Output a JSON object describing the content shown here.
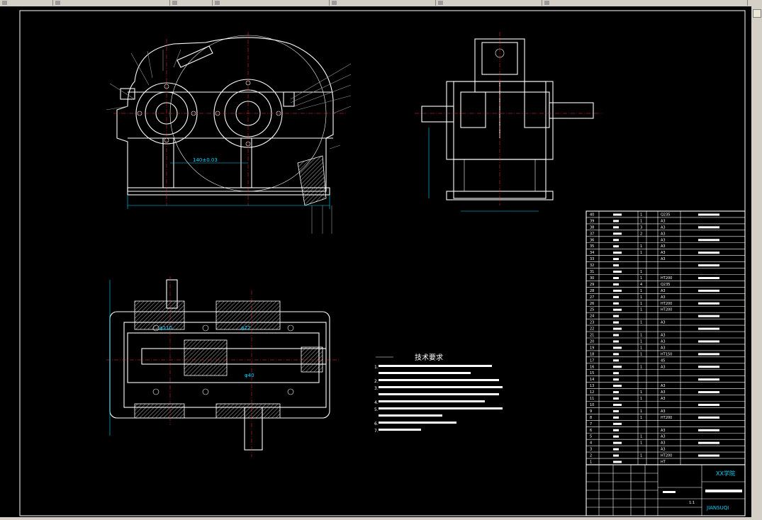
{
  "tabs": [
    "",
    "",
    "",
    "",
    "",
    "",
    ""
  ],
  "drawing": {
    "center_distance_label": "140±0.03",
    "bearing_labels": [
      "φ110",
      "φ72",
      "φ40"
    ],
    "tech_req_title": "技术要求",
    "tech_req_lines": [
      "1.",
      "2.",
      "3.",
      "4.",
      "5.",
      "6.",
      "7."
    ]
  },
  "parts_list": {
    "rows": [
      {
        "no": "40",
        "qty": "1",
        "mat": "Q235",
        "note": ""
      },
      {
        "no": "39",
        "qty": "1",
        "mat": "A3",
        "note": ""
      },
      {
        "no": "38",
        "qty": "3",
        "mat": "A3",
        "note": ""
      },
      {
        "no": "37",
        "qty": "2",
        "mat": "A3",
        "note": ""
      },
      {
        "no": "36",
        "qty": "",
        "mat": "A3",
        "note": ""
      },
      {
        "no": "35",
        "qty": "1",
        "mat": "A3",
        "note": ""
      },
      {
        "no": "34",
        "qty": "1",
        "mat": "A3",
        "note": ""
      },
      {
        "no": "33",
        "qty": "",
        "mat": "A3",
        "note": ""
      },
      {
        "no": "32",
        "qty": "",
        "mat": "",
        "note": ""
      },
      {
        "no": "31",
        "qty": "1",
        "mat": "",
        "note": ""
      },
      {
        "no": "30",
        "qty": "1",
        "mat": "HT200",
        "note": ""
      },
      {
        "no": "29",
        "qty": "4",
        "mat": "Q235",
        "note": ""
      },
      {
        "no": "28",
        "qty": "1",
        "mat": "A3",
        "note": ""
      },
      {
        "no": "27",
        "qty": "1",
        "mat": "A3",
        "note": ""
      },
      {
        "no": "26",
        "qty": "1",
        "mat": "HT200",
        "note": ""
      },
      {
        "no": "25",
        "qty": "1",
        "mat": "HT200",
        "note": ""
      },
      {
        "no": "24",
        "qty": "",
        "mat": "",
        "note": ""
      },
      {
        "no": "23",
        "qty": "1",
        "mat": "A3",
        "note": ""
      },
      {
        "no": "22",
        "qty": "",
        "mat": "",
        "note": ""
      },
      {
        "no": "21",
        "qty": "1",
        "mat": "A3",
        "note": ""
      },
      {
        "no": "20",
        "qty": "1",
        "mat": "A3",
        "note": ""
      },
      {
        "no": "19",
        "qty": "1",
        "mat": "A3",
        "note": ""
      },
      {
        "no": "18",
        "qty": "1",
        "mat": "HT150",
        "note": ""
      },
      {
        "no": "17",
        "qty": "",
        "mat": "45",
        "note": ""
      },
      {
        "no": "16",
        "qty": "1",
        "mat": "A3",
        "note": ""
      },
      {
        "no": "15",
        "qty": "",
        "mat": "",
        "note": ""
      },
      {
        "no": "14",
        "qty": "",
        "mat": "",
        "note": ""
      },
      {
        "no": "13",
        "qty": "",
        "mat": "A3",
        "note": ""
      },
      {
        "no": "12",
        "qty": "1",
        "mat": "A3",
        "note": ""
      },
      {
        "no": "11",
        "qty": "1",
        "mat": "A3",
        "note": ""
      },
      {
        "no": "10",
        "qty": "",
        "mat": "",
        "note": ""
      },
      {
        "no": "9",
        "qty": "1",
        "mat": "A3",
        "note": ""
      },
      {
        "no": "8",
        "qty": "1",
        "mat": "HT200",
        "note": ""
      },
      {
        "no": "7",
        "qty": "",
        "mat": "",
        "note": ""
      },
      {
        "no": "6",
        "qty": "",
        "mat": "A3",
        "note": ""
      },
      {
        "no": "5",
        "qty": "1",
        "mat": "A3",
        "note": ""
      },
      {
        "no": "4",
        "qty": "1",
        "mat": "A3",
        "note": ""
      },
      {
        "no": "3",
        "qty": "",
        "mat": "A3",
        "note": ""
      },
      {
        "no": "2",
        "qty": "1",
        "mat": "HT200",
        "note": ""
      },
      {
        "no": "1",
        "qty": "",
        "mat": "HT",
        "note": ""
      }
    ]
  },
  "title_block": {
    "school": "XX学院",
    "drawing_name": "",
    "code": "JIANSUQI",
    "scale": "1:1"
  },
  "colors": {
    "line": "#ffffff",
    "dimension": "#00d8ff",
    "centerline": "#ff3030",
    "background": "#000000"
  }
}
